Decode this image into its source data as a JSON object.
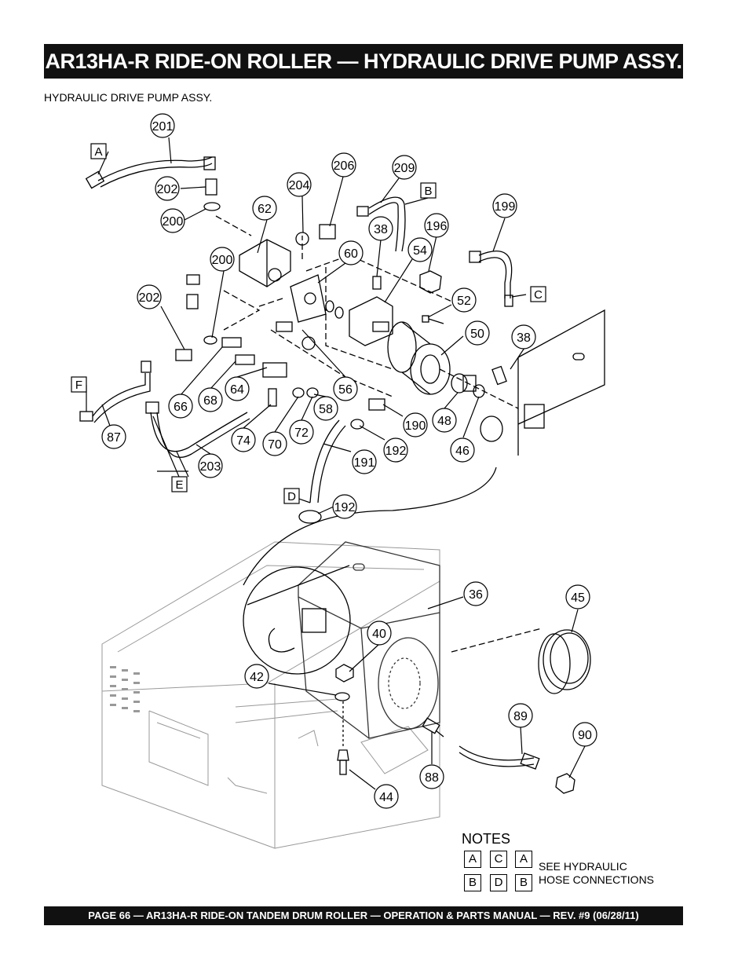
{
  "header": {
    "title": "AR13HA-R RIDE-ON ROLLER — HYDRAULIC DRIVE PUMP ASSY."
  },
  "section": {
    "subtitle": "HYDRAULIC DRIVE PUMP ASSY."
  },
  "callouts": [
    "201",
    "202",
    "200",
    "204",
    "206",
    "209",
    "62",
    "38",
    "196",
    "199",
    "200",
    "60",
    "54",
    "202",
    "52",
    "50",
    "38",
    "66",
    "68",
    "64",
    "56",
    "58",
    "87",
    "74",
    "70",
    "72",
    "190",
    "48",
    "46",
    "192",
    "203",
    "191",
    "192",
    "36",
    "45",
    "40",
    "42",
    "89",
    "90",
    "88",
    "44"
  ],
  "letter_tags": [
    "A",
    "B",
    "C",
    "F",
    "E",
    "D"
  ],
  "notes": {
    "title": "NOTES",
    "row1": [
      "A",
      "C",
      "A"
    ],
    "row2": [
      "B",
      "D",
      "B"
    ],
    "line1": "SEE HYDRAULIC",
    "line2": "HOSE CONNECTIONS"
  },
  "footer": {
    "text": "PAGE 66 — AR13HA-R RIDE-ON TANDEM DRUM ROLLER — OPERATION & PARTS MANUAL — REV. #9  (06/28/11)"
  }
}
